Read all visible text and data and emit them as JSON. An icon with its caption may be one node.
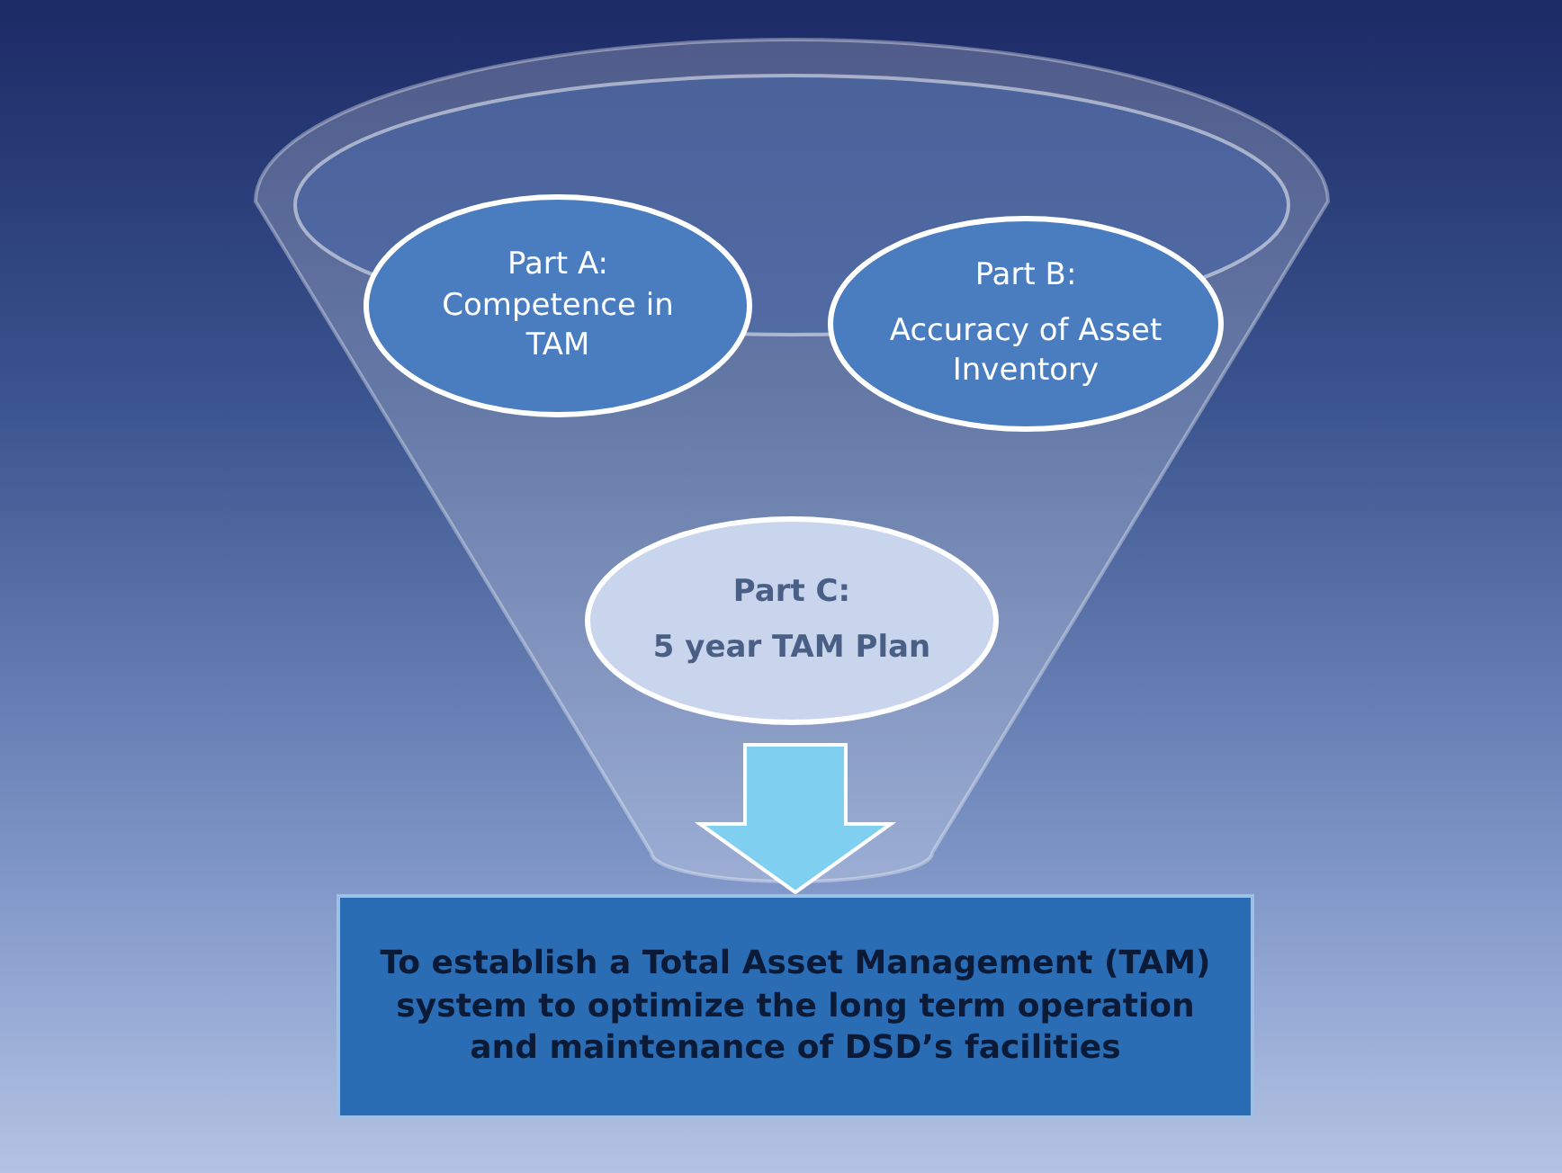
{
  "diagram": {
    "nodes": [
      {
        "text": [],
        "shape": "funnel"
      },
      {
        "text": [
          "Part A: Competence in TAM"
        ],
        "in": 0
      },
      {
        "text": [
          "Part B:",
          "Accuracy of Asset Inventory"
        ],
        "in": 0
      },
      {
        "text": [
          "Part C:",
          "5 year TAM Plan"
        ],
        "in": 0
      },
      {
        "text": [
          "To establish a Total Asset Management (TAM) system to optimize the long term operation and maintenance of DSD’s facilities"
        ]
      }
    ],
    "edges": [
      {
        "from": 0,
        "to": 4,
        "arrow": "to"
      }
    ]
  }
}
